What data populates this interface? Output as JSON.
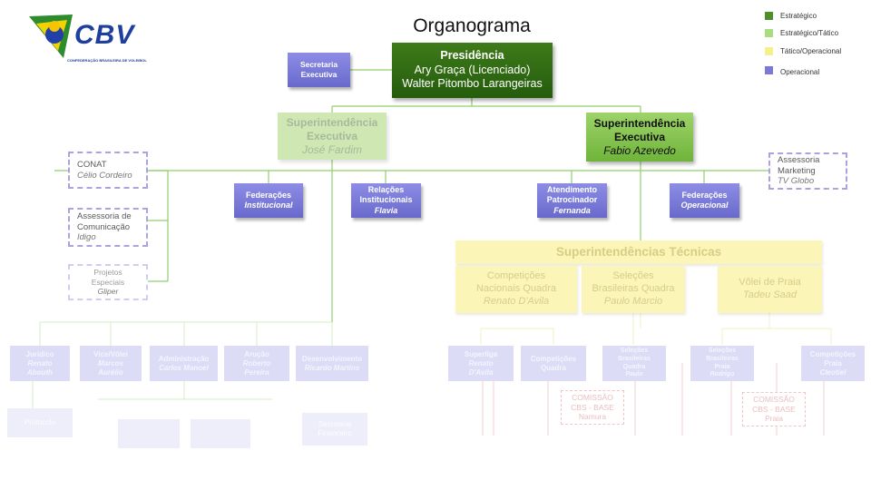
{
  "title": "Organograma",
  "logo": {
    "text": "CBV",
    "subtext": "CONFEDERAÇÃO BRASILEIRA DE VOLEIBOL"
  },
  "legend": [
    {
      "label": "Estratégico",
      "color": "#4e8f2a"
    },
    {
      "label": "Estratégico/Tático",
      "color": "#a8dc7c"
    },
    {
      "label": "Tático/Operacional",
      "color": "#f6f08a"
    },
    {
      "label": "Operacional",
      "color": "#7a7ad6"
    }
  ],
  "presidencia": {
    "title": "Presidência",
    "line1": "Ary Graça (Licenciado)",
    "line2": "Walter Pitombo Larangeiras"
  },
  "secretaria": {
    "line1": "Secretaria",
    "line2": "Executiva"
  },
  "sup_exec_left": {
    "line1": "Superintendência",
    "line2": "Executiva",
    "person": "José Fardim"
  },
  "sup_exec_right": {
    "line1": "Superintendência",
    "line2": "Executiva",
    "person": "Fabio Azevedo"
  },
  "conat": {
    "title": "CONAT",
    "person": "Célio Cordeiro"
  },
  "assessoria_com": {
    "line1": "Assessoria de",
    "line2": "Comunicação",
    "person": "Idigo"
  },
  "projetos": {
    "line1": "Projetos",
    "line2": "Especiais",
    "person": "Gliper"
  },
  "assessoria_mkt": {
    "line1": "Assessoria",
    "line2": "Marketing",
    "person": "TV Globo"
  },
  "fed_inst": {
    "line1": "Federações",
    "person": "Institucional"
  },
  "relacoes": {
    "line1": "Relações",
    "line2": "Institucionais",
    "person": "Flavia"
  },
  "atendimento": {
    "line1": "Atendimento",
    "line2": "Patrocinador",
    "person": "Fernanda"
  },
  "fed_oper": {
    "line1": "Federações",
    "person": "Operacional"
  },
  "sup_tec": {
    "title": "Superintendências Técnicas"
  },
  "competicoes": {
    "line1": "Competições",
    "line2": "Nacionais Quadra",
    "person": "Renato D'Avila"
  },
  "selecoes": {
    "line1": "Seleções",
    "line2": "Brasileiras Quadra",
    "person": "Paulo Marcio"
  },
  "volei_praia": {
    "line1": "Vôlei de Praia",
    "person": "Tadeu Saad"
  },
  "bottom_left": [
    {
      "line1": "Jurídico",
      "person": "Renato",
      "person2": "Abouth"
    },
    {
      "line1": "Vice/Vôlei",
      "person": "Marcos",
      "person2": "Aurélio"
    },
    {
      "line1": "Administração",
      "person": "Carlos Manoel"
    },
    {
      "line1": "Arução",
      "person": "Roberto",
      "person2": "Pereira"
    },
    {
      "line1": "Desenvolvimento",
      "person": "Ricardo Martins"
    }
  ],
  "bottom_right": [
    {
      "line1": "Superliga",
      "person": "Renato",
      "person2": "D'Avila"
    },
    {
      "line1": "Competições",
      "person": "Quadra"
    },
    {
      "line1": "Seleções",
      "line2": "Brasileiras",
      "person": "Quadra",
      "person2": "Paulo"
    },
    {
      "line1": "Seleções",
      "line2": "Brasileiras",
      "person": "Praia",
      "person2": "Rodrigo"
    },
    {
      "line1": "Competições",
      "person": "Praia",
      "person2": "Cleotiel"
    }
  ],
  "comissao_left": {
    "line1": "COMISSÃO",
    "line2": "CBS - BASE",
    "person": "Namura"
  },
  "comissao_right": {
    "line1": "COMISSÃO",
    "line2": "CBS - BASE",
    "person": "Praia"
  },
  "faint_left": [
    "Protocolo",
    "",
    "",
    "Secretaria Financeiro"
  ]
}
